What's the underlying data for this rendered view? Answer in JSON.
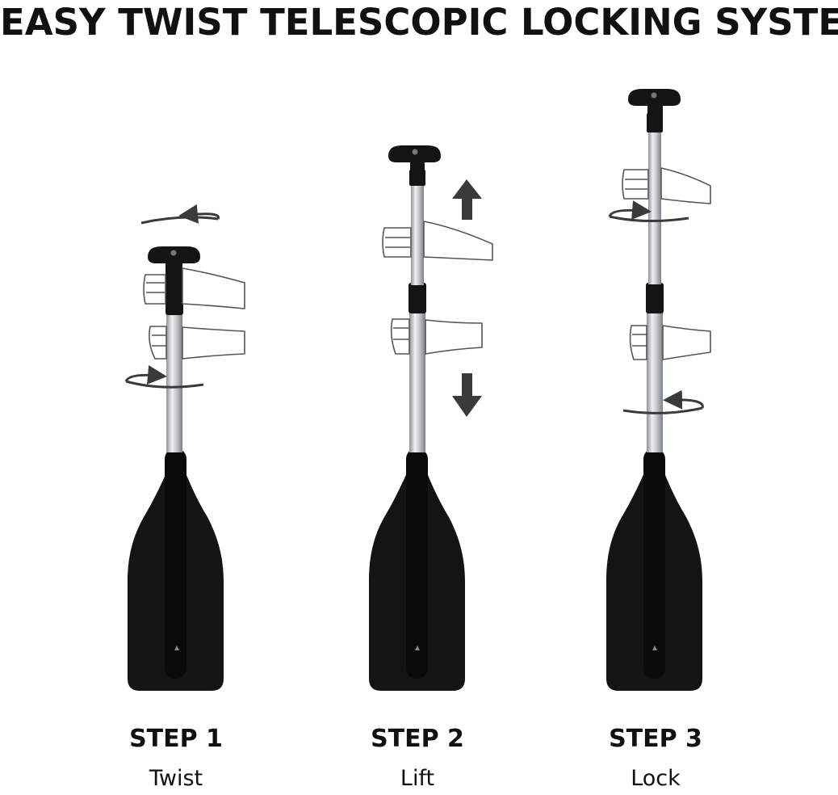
{
  "title": "EASY TWIST TELESCOPIC LOCKING SYSTEM",
  "colors": {
    "text": "#111111",
    "paddle": "#141414",
    "shaft": "#c9cdd0",
    "arrow": "#3a3a3a",
    "hand_outline": "#555555"
  },
  "steps": [
    {
      "step": "STEP 1",
      "action": "Twist",
      "icons": [
        "paddle-icon",
        "hand-icon",
        "rotate-arrow-icon"
      ]
    },
    {
      "step": "STEP 2",
      "action": "Lift",
      "icons": [
        "paddle-icon",
        "hand-icon",
        "arrow-up-icon",
        "arrow-down-icon"
      ]
    },
    {
      "step": "STEP 3",
      "action": "Lock",
      "icons": [
        "paddle-icon",
        "hand-icon",
        "rotate-arrow-icon"
      ]
    }
  ]
}
